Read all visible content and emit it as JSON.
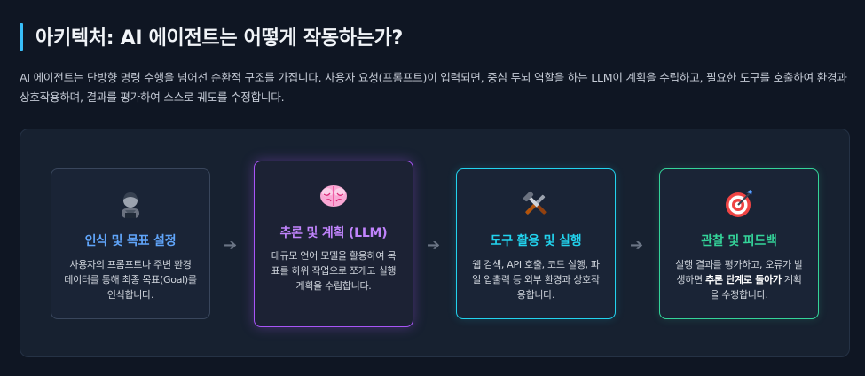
{
  "heading": {
    "title": "아키텍처: AI 에이전트는 어떻게 작동하는가?",
    "accent_color": "#38bdf8"
  },
  "intro": {
    "text": "AI 에이전트는 단방향 명령 수행을 넘어선 순환적 구조를 가집니다. 사용자 요청(프롬프트)이 입력되면, 중심 두뇌 역할을 하는 LLM이 계획을 수립하고, 필요한 도구를 호출하여 환경과 상호작용하며, 결과를 평가하여 스스로 궤도를 수정합니다."
  },
  "steps": [
    {
      "icon": "person-icon",
      "title": "인식 및 목표 설정",
      "desc": "사용자의 프롬프트나 주변 환경 데이터를 통해 최종 목표(Goal)를 인식합니다.",
      "color": "#60a5fa"
    },
    {
      "icon": "brain-icon",
      "title": "추론 및 계획 (LLM)",
      "desc": "대규모 언어 모델을 활용하여 목표를 하위 작업으로 쪼개고 실행 계획을 수립합니다.",
      "color": "#c084fc"
    },
    {
      "icon": "tools-icon",
      "title": "도구 활용 및 실행",
      "desc": "웹 검색, API 호출, 코드 실행, 파일 입출력 등 외부 환경과 상호작용합니다.",
      "color": "#22d3ee"
    },
    {
      "icon": "target-icon",
      "title": "관찰 및 피드백",
      "desc_pre": "실행 결과를 평가하고, 오류가 발생하면 ",
      "desc_bold": "추론 단계로 돌아가",
      "desc_post": " 계획을 수정합니다.",
      "color": "#34d399"
    }
  ],
  "arrow_glyph": "➔"
}
